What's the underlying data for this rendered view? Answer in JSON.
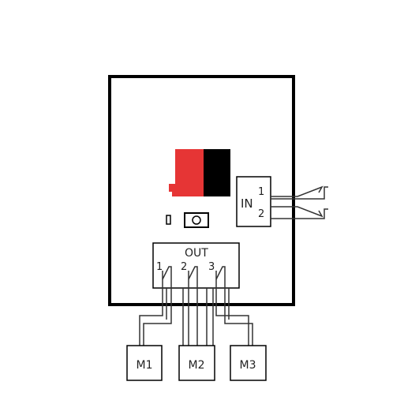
{
  "colors": {
    "stroke": "#000000",
    "terminal_red": "#e63535",
    "terminal_black": "#000000",
    "background": "#ffffff"
  },
  "input_block": {
    "title": "IN",
    "terminals": [
      "1",
      "2"
    ]
  },
  "output_block": {
    "title": "OUT",
    "channels": [
      "1",
      "2",
      "3"
    ]
  },
  "motors": [
    "M1",
    "M2",
    "M3"
  ],
  "icons": {
    "input_switch": "normally-open-switch-icon",
    "output_contact": "relay-contact-icon",
    "push_button": "push-button-icon",
    "led": "status-led-icon"
  }
}
